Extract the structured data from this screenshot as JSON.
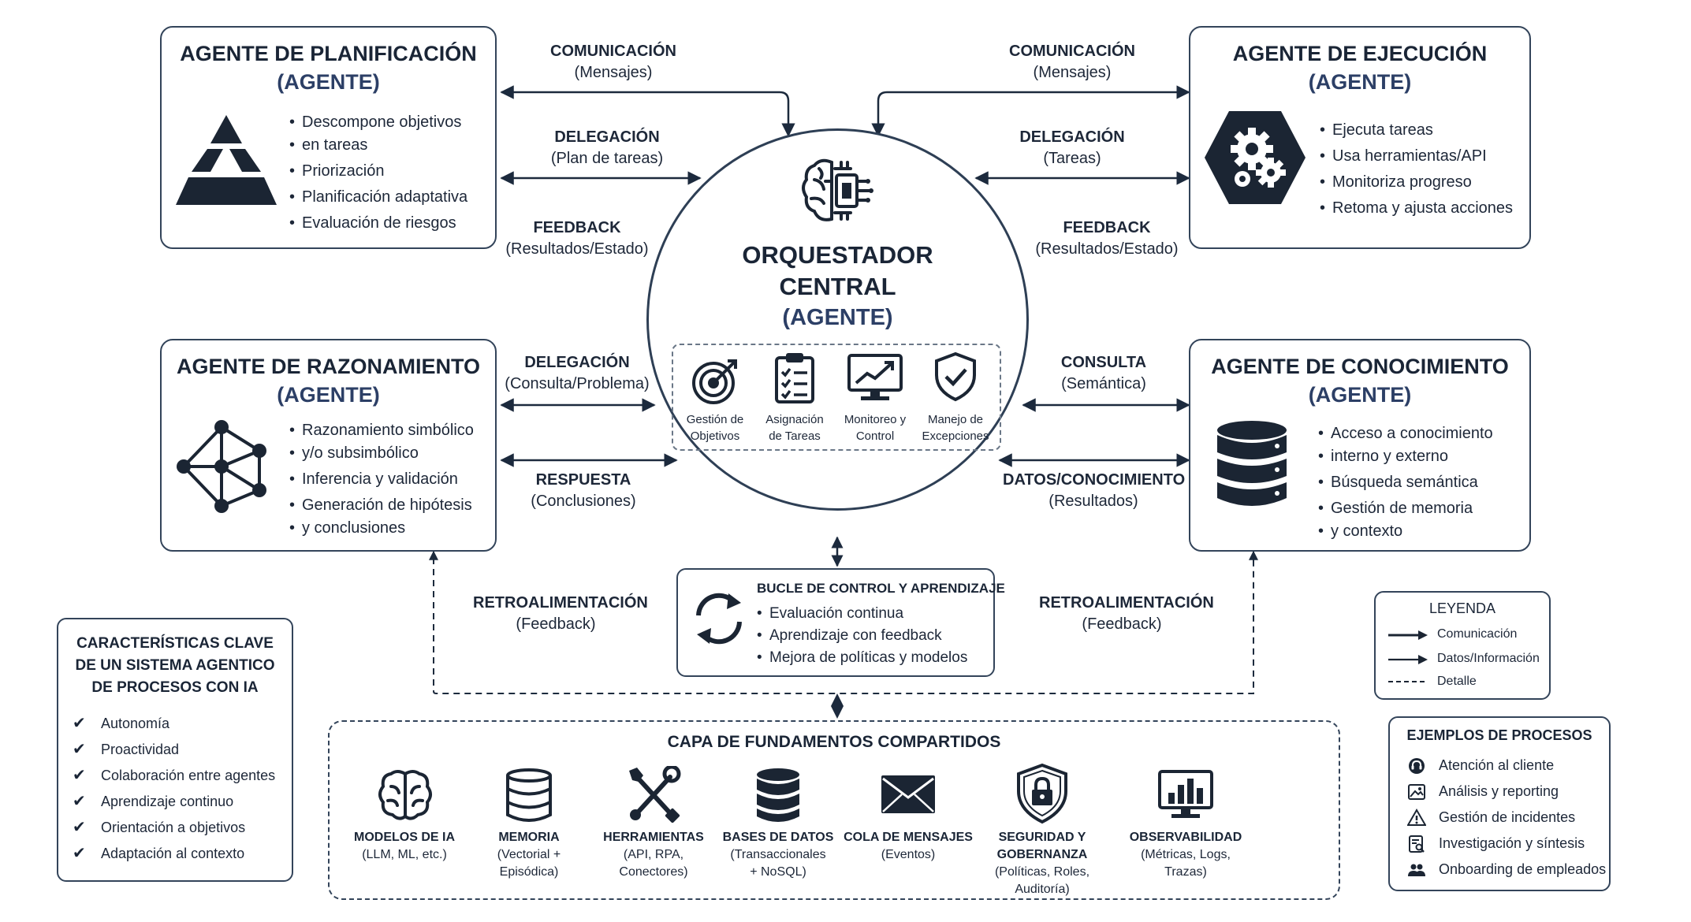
{
  "agents": {
    "planning": {
      "title": "AGENTE DE PLANIFICACIÓN",
      "subtitle": "(AGENTE)",
      "icon": "pyramid-icon",
      "bullets": [
        "Descompone objetivos",
        "en tareas",
        "Priorización",
        "Planificación adaptativa",
        "Evaluación de riesgos"
      ]
    },
    "execution": {
      "title": "AGENTE DE EJECUCIÓN",
      "subtitle": "(AGENTE)",
      "icon": "gears-hexagon-icon",
      "bullets": [
        "Ejecuta tareas",
        "Usa herramientas/API",
        "Monitoriza progreso",
        "Retoma y ajusta acciones"
      ]
    },
    "reasoning": {
      "title": "AGENTE DE RAZONAMIENTO",
      "subtitle": "(AGENTE)",
      "icon": "network-graph-icon",
      "bullets": [
        "Razonamiento simbólico",
        "y/o subsimbólico",
        "Inferencia y validación",
        "Generación de hipótesis",
        "y conclusiones"
      ]
    },
    "knowledge": {
      "title": "AGENTE DE CONOCIMIENTO",
      "subtitle": "(AGENTE)",
      "icon": "database-icon",
      "bullets": [
        "Acceso a conocimiento",
        "interno y externo",
        "Búsqueda semántica",
        "Gestión de memoria",
        "y contexto"
      ]
    }
  },
  "orchestrator": {
    "title_line1": "ORQUESTADOR",
    "title_line2": "CENTRAL",
    "subtitle": "(AGENTE)",
    "icon": "brain-chip-icon",
    "functions": [
      {
        "line1": "Gestión de",
        "line2": "Objetivos",
        "icon": "target-icon"
      },
      {
        "line1": "Asignación",
        "line2": "de Tareas",
        "icon": "clipboard-checklist-icon"
      },
      {
        "line1": "Monitoreo y",
        "line2": "Control",
        "icon": "monitor-chart-icon"
      },
      {
        "line1": "Manejo de",
        "line2": "Excepciones",
        "icon": "shield-check-icon"
      }
    ]
  },
  "flows": {
    "planning_comm": {
      "title": "COMUNICACIÓN",
      "sub": "(Mensajes)"
    },
    "planning_deleg": {
      "title": "DELEGACIÓN",
      "sub": "(Plan de tareas)"
    },
    "planning_feedback": {
      "title": "FEEDBACK",
      "sub": "(Resultados/Estado)"
    },
    "execution_comm": {
      "title": "COMUNICACIÓN",
      "sub": "(Mensajes)"
    },
    "execution_deleg": {
      "title": "DELEGACIÓN",
      "sub": "(Tareas)"
    },
    "execution_feedback": {
      "title": "FEEDBACK",
      "sub": "(Resultados/Estado)"
    },
    "reasoning_deleg": {
      "title": "DELEGACIÓN",
      "sub": "(Consulta/Problema)"
    },
    "reasoning_resp": {
      "title": "RESPUESTA",
      "sub": "(Conclusiones)"
    },
    "knowledge_query": {
      "title": "CONSULTA",
      "sub": "(Semántica)"
    },
    "knowledge_data": {
      "title": "DATOS/CONOCIMIENTO",
      "sub": "(Resultados)"
    },
    "retro_left": {
      "title": "RETROALIMENTACIÓN",
      "sub": "(Feedback)"
    },
    "retro_right": {
      "title": "RETROALIMENTACIÓN",
      "sub": "(Feedback)"
    }
  },
  "control_loop": {
    "title": "BUCLE DE CONTROL Y APRENDIZAJE",
    "icon": "cycle-arrows-icon",
    "bullets": [
      "Evaluación continua",
      "Aprendizaje con feedback",
      "Mejora de políticas y modelos"
    ]
  },
  "features": {
    "title_line1": "CARACTERÍSTICAS CLAVE",
    "title_line2": "DE UN SISTEMA AGENTICO",
    "title_line3": "DE PROCESOS CON IA",
    "items": [
      "Autonomía",
      "Proactividad",
      "Colaboración entre agentes",
      "Aprendizaje continuo",
      "Orientación a objetivos",
      "Adaptación al contexto"
    ]
  },
  "foundations": {
    "title": "CAPA DE FUNDAMENTOS COMPARTIDOS",
    "items": [
      {
        "title": "MODELOS DE IA",
        "lines": [
          "(LLM, ML, etc.)"
        ],
        "icon": "brain-icon"
      },
      {
        "title": "MEMORIA",
        "lines": [
          "(Vectorial +",
          "Episódica)"
        ],
        "icon": "database-stack-icon"
      },
      {
        "title": "HERRAMIENTAS",
        "lines": [
          "(API, RPA,",
          "Conectores)"
        ],
        "icon": "wrench-screwdriver-icon"
      },
      {
        "title": "BASES DE DATOS",
        "lines": [
          "(Transaccionales",
          "+ NoSQL)"
        ],
        "icon": "database-solid-icon"
      },
      {
        "title": "COLA DE MENSAJES",
        "lines": [
          "(Eventos)"
        ],
        "icon": "envelope-icon"
      },
      {
        "title": "SEGURIDAD Y",
        "title2": "GOBERNANZA",
        "lines": [
          "(Políticas, Roles,",
          "Auditoría)"
        ],
        "icon": "shield-lock-icon"
      },
      {
        "title": "OBSERVABILIDAD",
        "lines": [
          "(Métricas, Logs,",
          "Trazas)"
        ],
        "icon": "monitor-bars-icon"
      }
    ]
  },
  "legend": {
    "title": "LEYENDA",
    "items": [
      {
        "label": "Comunicación",
        "style": "solid-bold"
      },
      {
        "label": "Datos/Información",
        "style": "solid"
      },
      {
        "label": "Detalle",
        "style": "dashed"
      }
    ]
  },
  "examples": {
    "title": "EJEMPLOS DE PROCESOS",
    "items": [
      {
        "label": "Atención al cliente",
        "icon": "headset-icon"
      },
      {
        "label": "Análisis y reporting",
        "icon": "report-image-icon"
      },
      {
        "label": "Gestión de incidentes",
        "icon": "warning-triangle-icon"
      },
      {
        "label": "Investigación y síntesis",
        "icon": "document-search-icon"
      },
      {
        "label": "Onboarding de empleados",
        "icon": "people-icon"
      }
    ]
  },
  "colors": {
    "ink": "#1c2a3d",
    "accent": "#2c3f66",
    "border": "#33445a"
  }
}
